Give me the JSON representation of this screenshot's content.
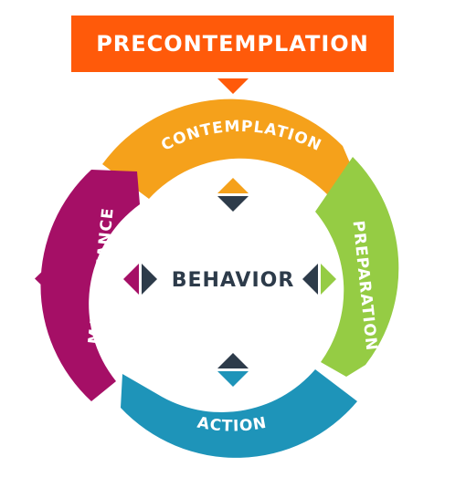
{
  "diagram": {
    "top_label": "PRECONTEMPLATION",
    "center_label": "BEHAVIOR",
    "stages": [
      {
        "key": "contemplation",
        "label": "CONTEMPLATION",
        "color": "#F5A11B"
      },
      {
        "key": "preparation",
        "label": "PREPARATION",
        "color": "#95CC44"
      },
      {
        "key": "action",
        "label": "ACTION",
        "color": "#1E94B9"
      },
      {
        "key": "maintenance",
        "label": "MAINTENANCE",
        "color": "#A50F66"
      }
    ],
    "colors": {
      "precontemplation": "#FF5A0A",
      "dark_arrow": "#2D3B4A",
      "center_text": "#2D3B4A",
      "label_text": "#FFFFFF"
    }
  }
}
